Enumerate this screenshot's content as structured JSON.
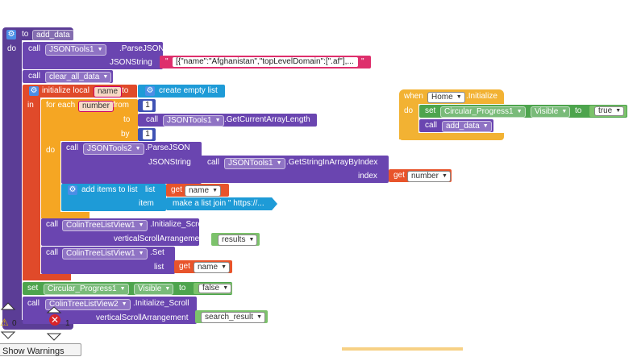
{
  "procedure": {
    "to": "to",
    "name": "add_data",
    "do": "do",
    "call": "call",
    "json_tools_1": "JSONTools1",
    "json_tools_2": "JSONTools2",
    "parse_json": ".ParseJSON",
    "json_string": "JSONString",
    "json_literal": "[{\"name\":\"Afghanistan\",\"topLevelDomain\":[\".af\"],...",
    "clear_all_data": "clear_all_data",
    "initialize_local": "initialize local",
    "local_name": "name",
    "to_word": "to",
    "in_word": "in",
    "create_empty_list": "create empty list",
    "for_each": "for each",
    "loop_var": "number",
    "from": "from",
    "from_value": "1",
    "by": "by",
    "by_value": "1",
    "get_current_array_length": ".GetCurrentArrayLength",
    "get_string_in_array_by_index": ".GetStringInArrayByIndex",
    "index": "index",
    "get": "get",
    "add_items_to_list": "add items to list",
    "list": "list",
    "item": "item",
    "make_list_join": "make a list  join  \" https://...",
    "colin_1": "ColinTreeListView1",
    "colin_2": "ColinTreeListView2",
    "initialize_scroll": ".Initialize_Scroll",
    "vertical_scroll_arrangement": "verticalScrollArrangement",
    "results": "results",
    "set_method": ".Set",
    "set": "set",
    "circular_progress": "Circular_Progress1",
    "visible": "Visible",
    "false_value": "false",
    "search_result": "search_result"
  },
  "event": {
    "when": "when",
    "component": "Home",
    "event_name": ".Initialize",
    "do": "do",
    "set": "set",
    "circular_progress": "Circular_Progress1",
    "visible": "Visible",
    "to": "to",
    "true_value": "true",
    "call": "call",
    "proc": "add_data"
  },
  "workspace": {
    "warnings_count": "0",
    "errors_count": "1",
    "show_warnings": "Show Warnings"
  },
  "colors": {
    "procedure": "#5b3d96",
    "control": "#f5a623",
    "variable": "#e8542b",
    "list": "#1e9bd7",
    "text": "#de2f6c",
    "component_set": "#4da44d",
    "event": "#f2b233"
  }
}
